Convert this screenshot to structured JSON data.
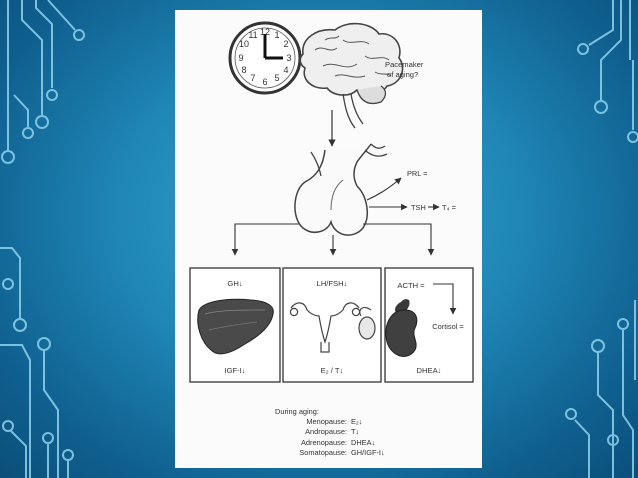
{
  "colors": {
    "background": "#1f86b6",
    "circuit": "#8fd2ee",
    "slide": "#fbfbfb",
    "ink": "#333333"
  },
  "clock": {
    "numbers": [
      "12",
      "1",
      "2",
      "3",
      "4",
      "5",
      "6",
      "7",
      "8",
      "9",
      "10",
      "11"
    ]
  },
  "pacemaker": {
    "line1": "Pacemaker",
    "line2": "of aging?"
  },
  "pituitary": {
    "prl": "PRL =",
    "tsh": "TSH",
    "t4": "T₄ ="
  },
  "boxes": [
    {
      "top": "GH↓",
      "bottom": "IGF-I↓"
    },
    {
      "top": "LH/FSH↓",
      "bottom": "E₂ / T↓"
    },
    {
      "top": "ACTH =",
      "right": "Cortisol =",
      "bottom": "DHEA↓"
    }
  ],
  "aging": {
    "heading": "During aging:",
    "rows": [
      {
        "label": "Menopause:",
        "value": "E₂↓"
      },
      {
        "label": "Andropause:",
        "value": "T↓"
      },
      {
        "label": "Adrenopause:",
        "value": "DHEA↓"
      },
      {
        "label": "Somatopause:",
        "value": "GH/IGF-I↓"
      }
    ]
  }
}
